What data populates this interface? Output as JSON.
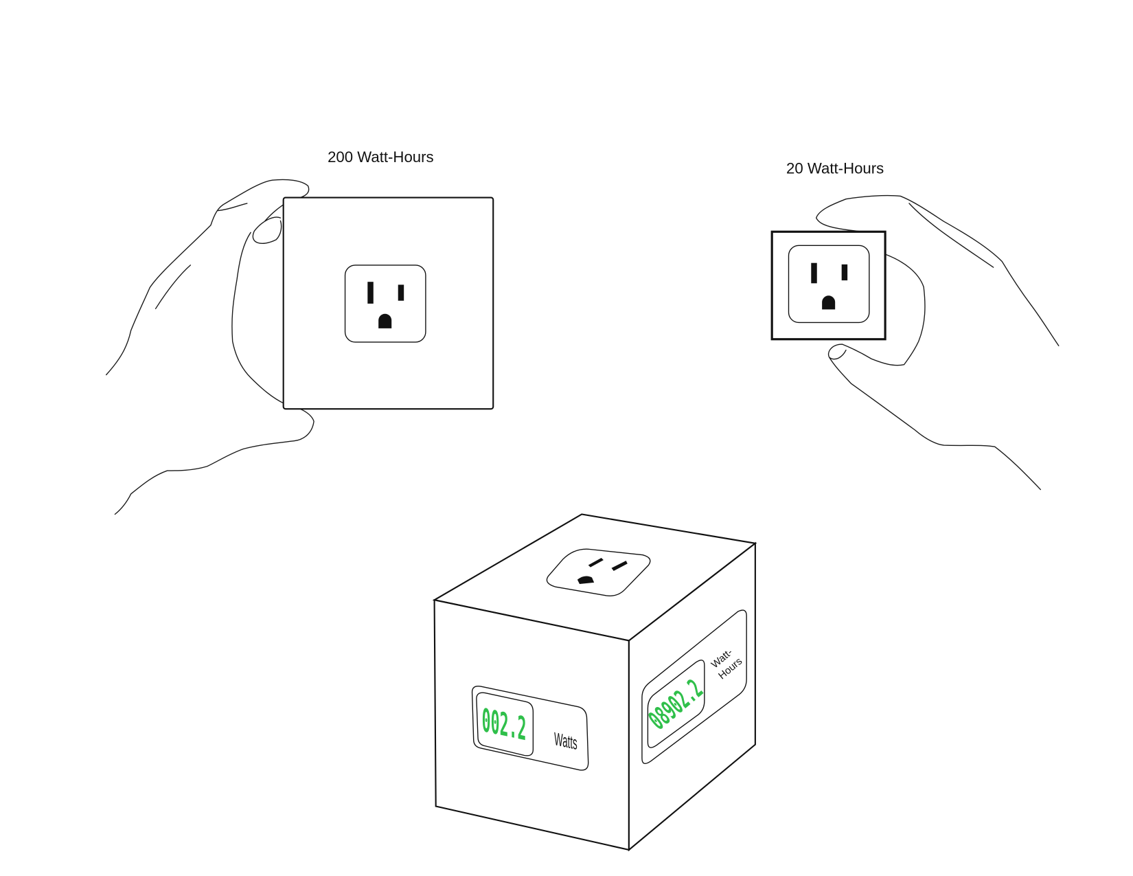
{
  "large_unit": {
    "label": "200 Watt-Hours"
  },
  "small_unit": {
    "label": "20 Watt-Hours"
  },
  "cube": {
    "watts_display": {
      "value": "002.2",
      "unit": "Watts"
    },
    "watt_hours_display": {
      "value": "08902.2",
      "unit_line1": "Watt-",
      "unit_line2": "Hours"
    }
  },
  "colors": {
    "display_digits": "#2fbf4a",
    "line": "#111111"
  }
}
